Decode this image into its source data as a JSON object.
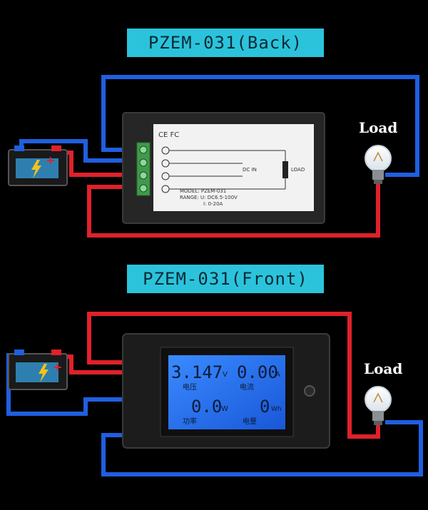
{
  "back": {
    "title": "PZEM-031(Back)",
    "load_label": "Load",
    "label_plate": {
      "ce_mark": "CE FC",
      "dc_in": "DC IN",
      "load": "LOAD",
      "model": "MODEL: PZEM-031",
      "range_v": "RANGE: U: DC6.5-100V",
      "range_i": "I: 0-20A"
    }
  },
  "front": {
    "title": "PZEM-031(Front)",
    "load_label": "Load",
    "lcd": {
      "voltage": "3.147",
      "voltage_unit": "V",
      "voltage_label": "电压",
      "current": "0.00",
      "current_unit": "A",
      "current_label": "电流",
      "power": "0.0",
      "power_unit": "W",
      "power_label": "功率",
      "energy": "0",
      "energy_unit": "Wh",
      "energy_label": "电量"
    }
  },
  "colors": {
    "background": "#000000",
    "banner": "#2bc3dc",
    "wire_red": "#e0212b",
    "wire_blue": "#1f5fe0",
    "lcd_blue": "#1e73ff",
    "terminal_green": "#3f9b4a"
  }
}
